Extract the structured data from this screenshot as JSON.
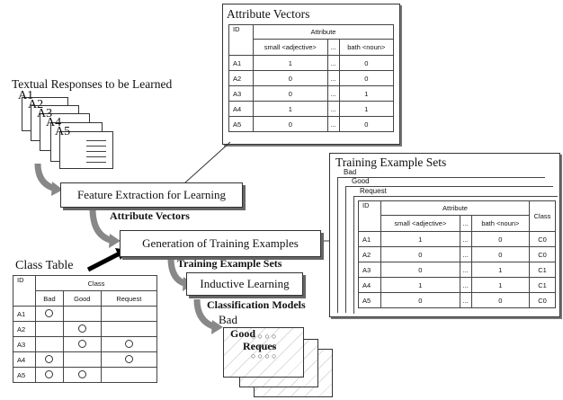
{
  "textual_responses": {
    "title": "Textual Responses to be Learned",
    "docs": [
      "A1",
      "A2",
      "A3",
      "A4",
      "A5"
    ]
  },
  "attribute_vectors_box": {
    "title": "Attribute Vectors",
    "id_header": "ID",
    "attr_header": "Attribute",
    "col1": "small <adjective>",
    "ellipsis": "...",
    "col2": "bath <noun>",
    "rows": [
      {
        "id": "A1",
        "a": "1",
        "e": "...",
        "b": "0"
      },
      {
        "id": "A2",
        "a": "0",
        "e": "...",
        "b": "0"
      },
      {
        "id": "A3",
        "a": "0",
        "e": "...",
        "b": "1"
      },
      {
        "id": "A4",
        "a": "1",
        "e": "...",
        "b": "1"
      },
      {
        "id": "A5",
        "a": "0",
        "e": "...",
        "b": "0"
      }
    ]
  },
  "process": {
    "feature_extraction": "Feature Extraction for Learning",
    "attribute_vectors_label": "Attribute Vectors",
    "generation": "Generation of Training Examples",
    "training_sets_label": "Training Example Sets",
    "inductive": "Inductive Learning",
    "classification_models_label": "Classification Models"
  },
  "models": {
    "bad": "Bad",
    "good": "Good",
    "request": "Reques"
  },
  "class_table": {
    "title": "Class Table",
    "id_header": "ID",
    "class_header": "Class",
    "cols": [
      "Bad",
      "Good",
      "Request"
    ],
    "rows": [
      {
        "id": "A1",
        "marks": [
          true,
          false,
          false
        ]
      },
      {
        "id": "A2",
        "marks": [
          false,
          true,
          false
        ]
      },
      {
        "id": "A3",
        "marks": [
          false,
          true,
          true
        ]
      },
      {
        "id": "A4",
        "marks": [
          true,
          false,
          true
        ]
      },
      {
        "id": "A5",
        "marks": [
          true,
          true,
          false
        ]
      }
    ]
  },
  "training_sets_box": {
    "title": "Training Example Sets",
    "layers": [
      "Bad",
      "Good",
      "Request"
    ],
    "id_header": "ID",
    "attr_header": "Attribute",
    "class_header": "Class",
    "col1": "small <adjective>",
    "ellipsis": "...",
    "col2": "bath <noun>",
    "rows": [
      {
        "id": "A1",
        "a": "1",
        "e": "...",
        "b": "0",
        "c": "C0"
      },
      {
        "id": "A2",
        "a": "0",
        "e": "...",
        "b": "0",
        "c": "C0"
      },
      {
        "id": "A3",
        "a": "0",
        "e": "...",
        "b": "1",
        "c": "C1"
      },
      {
        "id": "A4",
        "a": "1",
        "e": "...",
        "b": "1",
        "c": "C1"
      },
      {
        "id": "A5",
        "a": "0",
        "e": "...",
        "b": "0",
        "c": "C0"
      }
    ]
  }
}
